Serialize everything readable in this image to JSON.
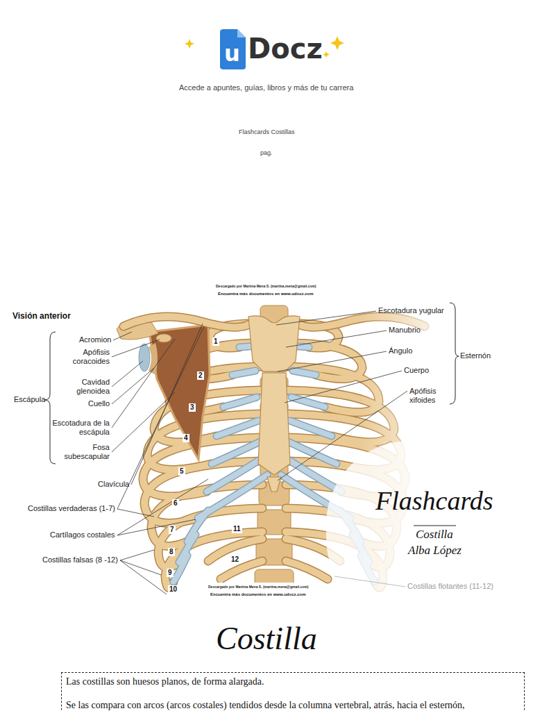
{
  "diagram": {
    "title": "Costilla",
    "nodes": [
      {
        "text": [
          "Las costillas son huesos planos, de forma alargada.",
          "Se las compara con arcos (arcos costales) tendidos desde la columna vertebral, atrás, hacia el esternón,"
        ]
      }
    ],
    "labels": [
      "u",
      "Docz",
      "Accede a apuntes, guías, libros y más de tu carrera",
      "Flashcards Costillas",
      "pag.",
      "Descargado por Martina Mena S. (martina.mena@gmail.com)",
      "Encuentra más documentos en www.udocz.com",
      "Visión anterior",
      "Acromion",
      "Apófisis coracoides",
      "Cavidad glenoidea",
      "Cuello",
      "Escotadura de la escápula",
      "Fosa subescapular",
      "Escápula",
      "Clavícula",
      "Costillas verdaderas (1-7)",
      "Cartílagos costales",
      "Costillas falsas (8 -12)",
      "Escotadura yugular",
      "Manubrio",
      "Ángulo",
      "Cuerpo",
      "Apófisis xifoides",
      "Esternón",
      "Costillas flotantes (11-12)",
      "1",
      "2",
      "3",
      "4",
      "5",
      "6",
      "7",
      "8",
      "9",
      "10",
      "11",
      "12",
      "Descargado por Martina Mena S. (martina.mena@gmail.com)",
      "Encuentra más documentos en www.udocz.com",
      "Flashcards",
      "Costilla",
      "Alba López"
    ]
  }
}
